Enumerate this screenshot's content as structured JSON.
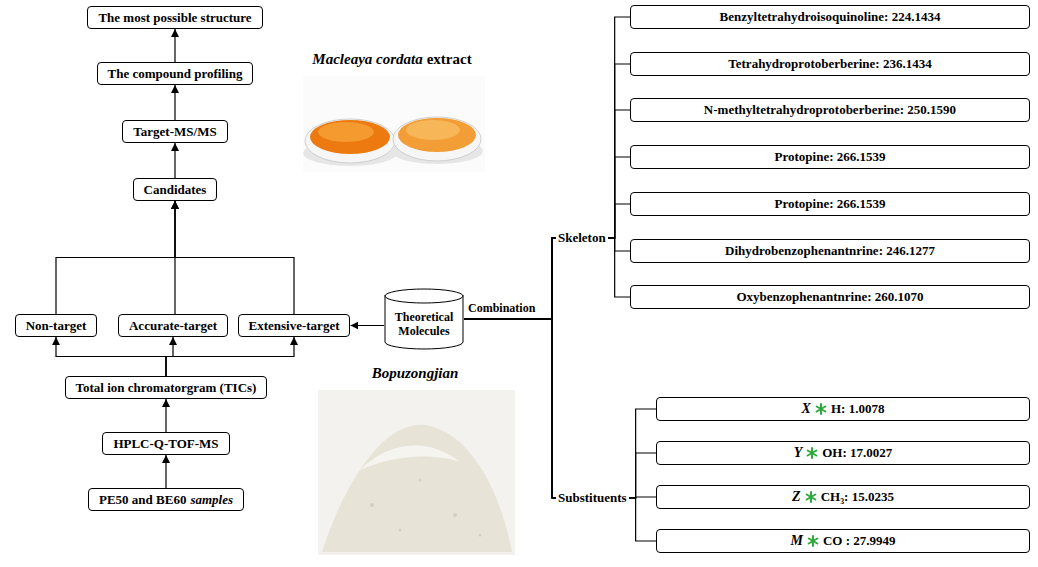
{
  "diagram": {
    "nodes": [
      {
        "text": [
          "The most possible structure"
        ]
      },
      {
        "text": [
          "The compound profiling"
        ]
      },
      {
        "text": [
          "Target-MS/MS"
        ]
      },
      {
        "text": [
          "Candidates"
        ]
      },
      {
        "text": [
          "Non-target"
        ]
      },
      {
        "text": [
          "Accurate-target"
        ]
      },
      {
        "text": [
          "Extensive-target"
        ]
      },
      {
        "text": [
          "Total ion chromatorgram (TICs)"
        ]
      },
      {
        "text": [
          "HPLC-Q-TOF-MS"
        ]
      },
      {
        "text": [
          "PE50 and BE60",
          "samples"
        ]
      },
      {
        "text": [
          "Theoretical Molecules"
        ]
      },
      {
        "text": [
          "Benzyltetrahydroisoquinoline: 224.1434"
        ]
      },
      {
        "text": [
          "Tetrahydroprotoberberine: 236.1434"
        ]
      },
      {
        "text": [
          "N-methyltetrahydroprotoberberine: 250.1590"
        ]
      },
      {
        "text": [
          "Protopine: 266.1539"
        ]
      },
      {
        "text": [
          "Protopine: 266.1539"
        ]
      },
      {
        "text": [
          "Dihydrobenzophenantnrine: 246.1277"
        ]
      },
      {
        "text": [
          "Oxybenzophenantnrine: 260.1070"
        ]
      },
      {
        "text": [
          "X",
          "H: 1.0078"
        ]
      },
      {
        "text": [
          "Y",
          "OH: 17.0027"
        ]
      },
      {
        "text": [
          "Z",
          "CH₃: 15.0235"
        ]
      },
      {
        "text": [
          "M",
          "CO : 27.9949"
        ]
      }
    ],
    "edges": [
      {
        "from": 9,
        "to": 8,
        "arrow": "to"
      },
      {
        "from": 8,
        "to": 7,
        "arrow": "to"
      },
      {
        "from": 7,
        "to": 4,
        "arrow": "to"
      },
      {
        "from": 7,
        "to": 5,
        "arrow": "to"
      },
      {
        "from": 7,
        "to": 6,
        "arrow": "to"
      },
      {
        "from": 4,
        "to": 3,
        "arrow": "to"
      },
      {
        "from": 5,
        "to": 3,
        "arrow": "to"
      },
      {
        "from": 6,
        "to": 3,
        "arrow": "to"
      },
      {
        "from": 3,
        "to": 2,
        "arrow": "to"
      },
      {
        "from": 2,
        "to": 1,
        "arrow": "to"
      },
      {
        "from": 1,
        "to": 0,
        "arrow": "to"
      },
      {
        "from": 10,
        "to": 6,
        "arrow": "to"
      },
      {
        "from": 10,
        "to": 11,
        "arrow": "none"
      },
      {
        "from": 10,
        "to": 12,
        "arrow": "none"
      },
      {
        "from": 10,
        "to": 13,
        "arrow": "none"
      },
      {
        "from": 10,
        "to": 14,
        "arrow": "none"
      },
      {
        "from": 10,
        "to": 15,
        "arrow": "none"
      },
      {
        "from": 10,
        "to": 16,
        "arrow": "none"
      },
      {
        "from": 10,
        "to": 17,
        "arrow": "none"
      },
      {
        "from": 10,
        "to": 18,
        "arrow": "none"
      },
      {
        "from": 10,
        "to": 19,
        "arrow": "none"
      },
      {
        "from": 10,
        "to": 20,
        "arrow": "none"
      },
      {
        "from": 10,
        "to": 21,
        "arrow": "none"
      }
    ],
    "labels": [
      "Macleaya cordata",
      "extract",
      "Bopuzongjian",
      "Combination",
      "Skeleton",
      "Substituents"
    ]
  }
}
